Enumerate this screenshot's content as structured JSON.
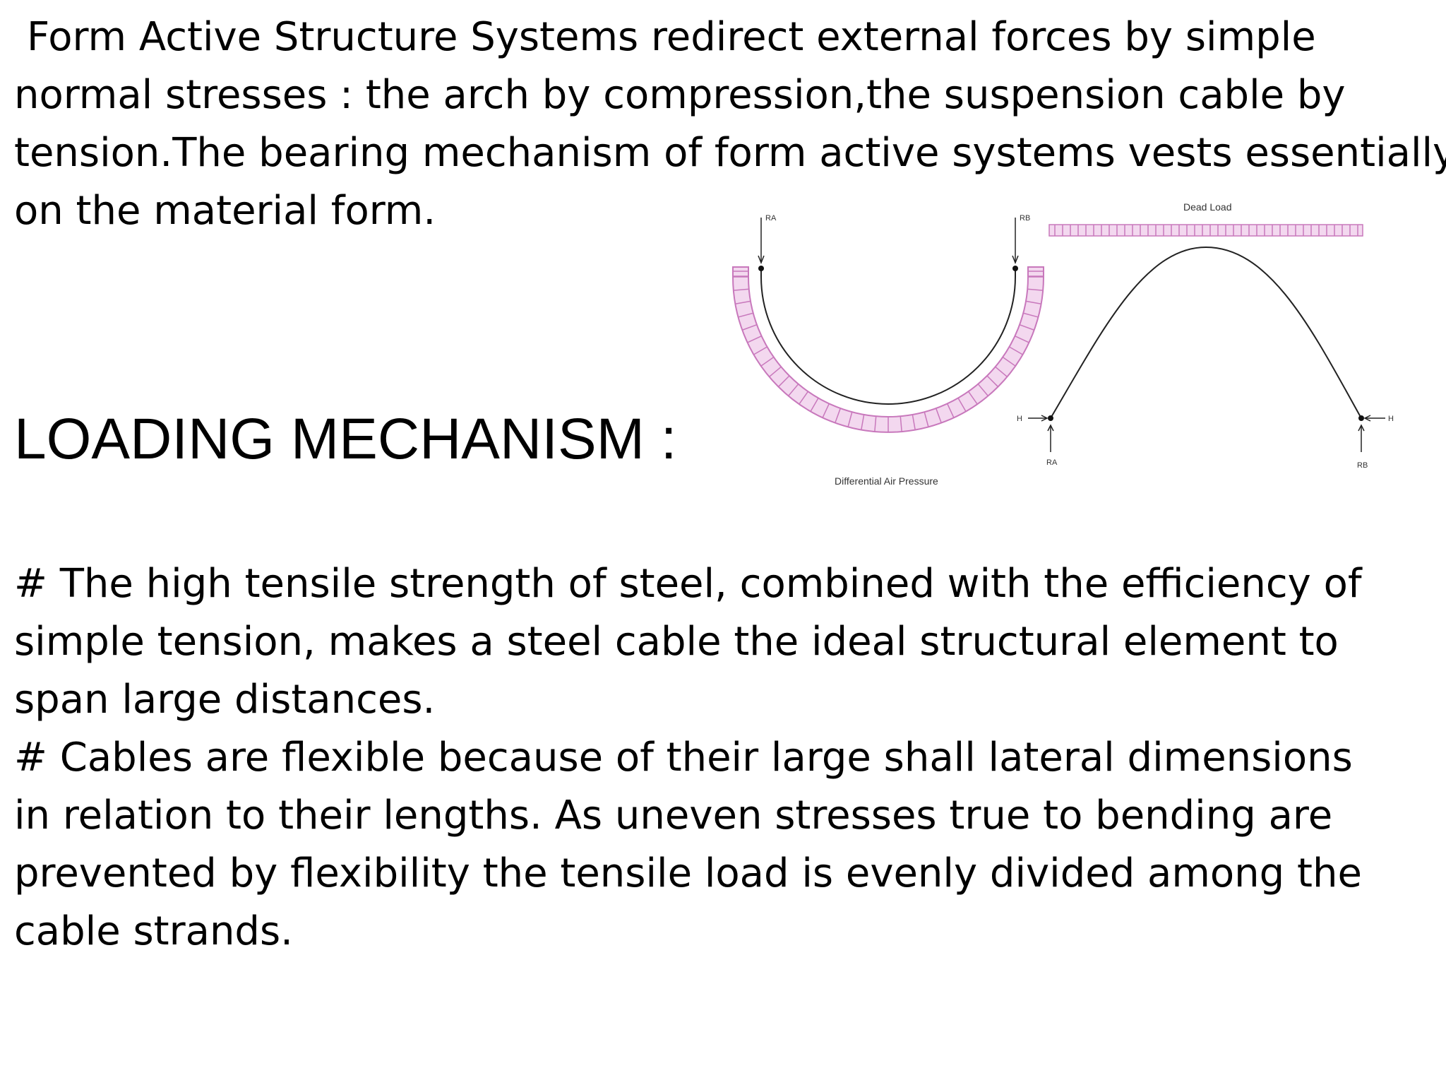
{
  "intro": {
    "lines": [
      "Form Active Structure Systems redirect external forces by simple",
      "normal stresses : the arch by compression,the suspension cable by",
      "tension.The bearing mechanism of form active systems vests essentially",
      "on the material form."
    ]
  },
  "heading": "LOADING MECHANISM :",
  "body": {
    "lines": [
      "# The high tensile strength of steel, combined with the efficiency of",
      "simple tension, makes a steel cable the ideal structural element to",
      "span large distances.",
      "# Cables are flexible because of their large shall lateral dimensions",
      "in relation to their lengths. As uneven stresses true to bending are",
      "prevented by flexibility the tensile load is evenly divided among the",
      "cable strands."
    ]
  },
  "figure": {
    "cable_diagram": {
      "caption": "Differential Air Pressure",
      "left_reaction": "RA",
      "right_reaction": "RB"
    },
    "arch_diagram": {
      "caption": "Dead Load",
      "left_reaction": "RA",
      "right_reaction": "RB",
      "thrust_label": "H"
    },
    "colors": {
      "pressure_fill": "#f3d8ef",
      "pressure_stroke": "#c878bc",
      "line": "#222222"
    }
  }
}
